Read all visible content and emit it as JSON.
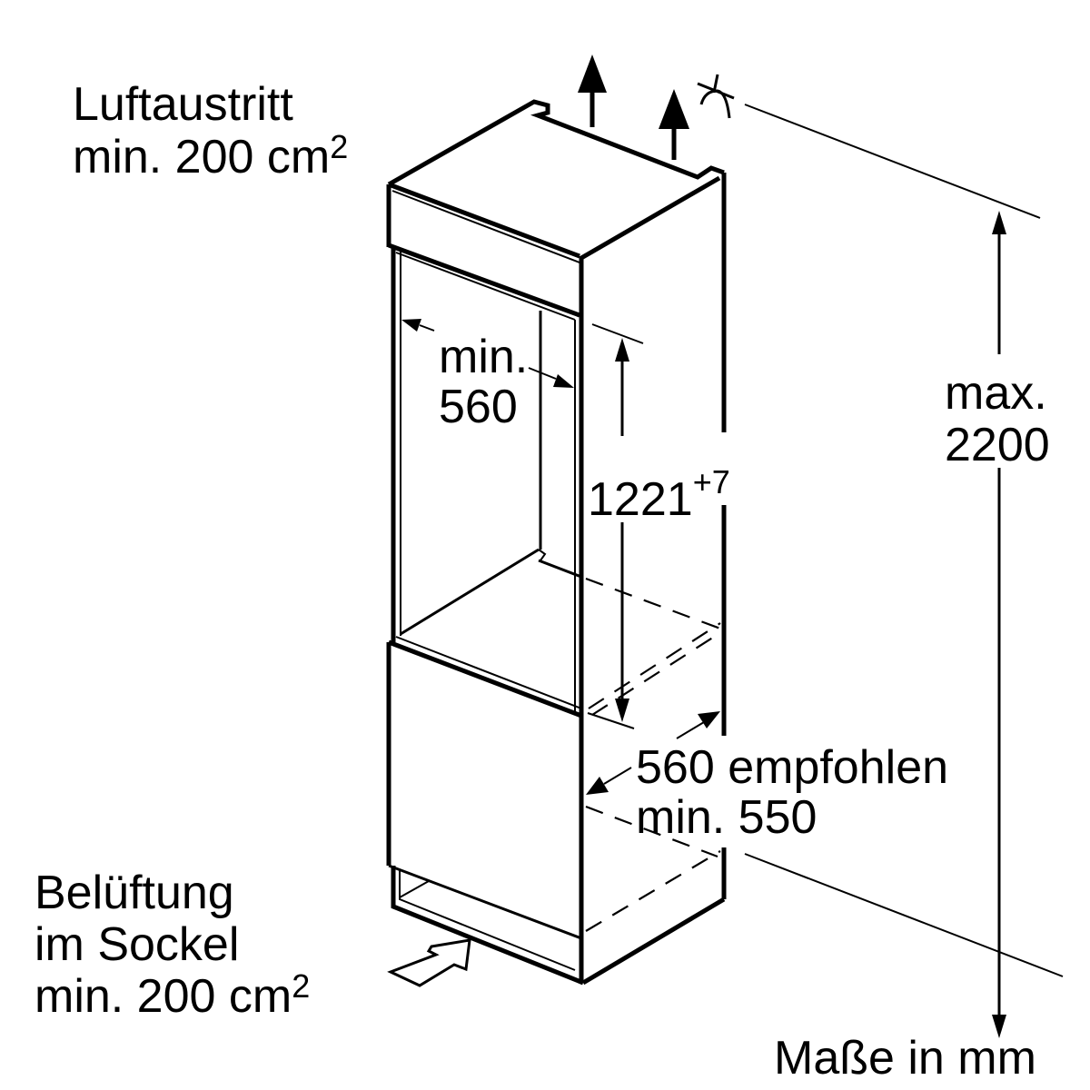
{
  "labels": {
    "air_outlet_title": "Luftaustritt",
    "air_outlet_value": "min. 200 cm",
    "air_outlet_sup": "2",
    "niche_width_line1": "min.",
    "niche_width_line2": "560",
    "niche_height": "1221",
    "niche_height_tolerance": "+7",
    "max_height_line1": "max.",
    "max_height_line2": "2200",
    "depth_recommended": "560 empfohlen",
    "depth_min": "min. 550",
    "plinth_vent_line1": "Belüftung",
    "plinth_vent_line2": "im Sockel",
    "plinth_vent_line3": "min. 200 cm",
    "plinth_vent_sup": "2",
    "units_note": "Maße in mm"
  }
}
